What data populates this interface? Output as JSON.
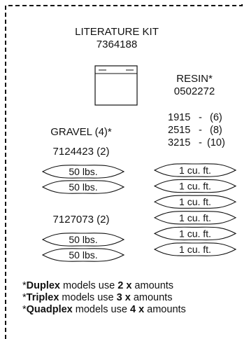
{
  "literature_kit": {
    "title": "LITERATURE KIT",
    "part_number": "7364188"
  },
  "resin": {
    "title": "RESIN*",
    "part_number": "0502272",
    "models": [
      {
        "model": "1915",
        "separator": "-",
        "qty": "(6)"
      },
      {
        "model": "2515",
        "separator": "-",
        "qty": "(8)"
      },
      {
        "model": "3215",
        "separator": "-",
        "qty": "(10)"
      }
    ],
    "bags": [
      "1 cu. ft.",
      "1 cu. ft.",
      "1 cu. ft.",
      "1 cu. ft.",
      "1 cu. ft.",
      "1 cu. ft."
    ]
  },
  "gravel": {
    "title": "GRAVEL (4)*",
    "groups": [
      {
        "part": "7124423 (2)",
        "bags": [
          "50 lbs.",
          "50 lbs."
        ]
      },
      {
        "part": "7127073 (2)",
        "bags": [
          "50 lbs.",
          "50 lbs."
        ]
      }
    ]
  },
  "notes": [
    {
      "prefix": "*",
      "bold": "Duplex",
      "middle": " models use ",
      "amount": "2",
      "unit": "x",
      "suffix": " amounts"
    },
    {
      "prefix": "*",
      "bold": "Triplex",
      "middle": " models use ",
      "amount": "3",
      "unit": "x",
      "suffix": " amounts"
    },
    {
      "prefix": "*",
      "bold": "Quadplex",
      "middle": " models use ",
      "amount": "4",
      "unit": "x",
      "suffix": " amounts"
    }
  ]
}
